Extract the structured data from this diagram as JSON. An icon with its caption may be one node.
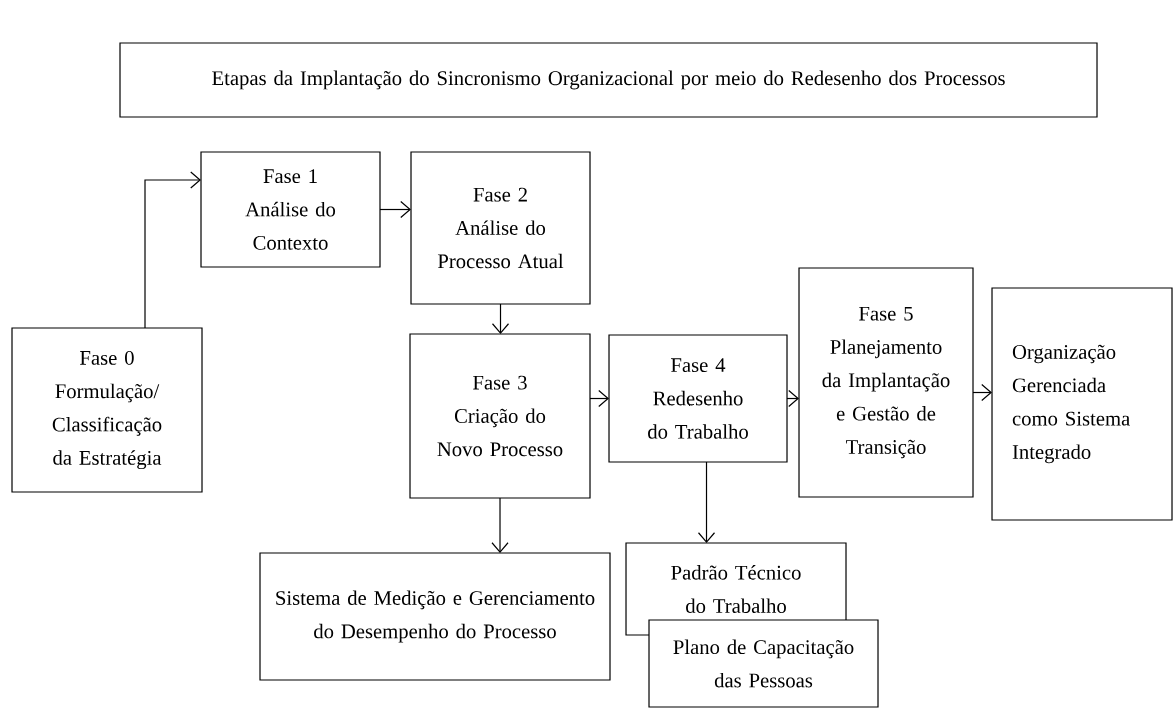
{
  "diagram": {
    "title": "Etapas da Implantação do Sincronismo Organizacional por meio do Redesenho dos Processos",
    "nodes": [
      {
        "text": [
          "Fase 0",
          "Formulação/ Classificação da Estratégia"
        ]
      },
      {
        "text": [
          "Fase 1",
          "Análise do Contexto"
        ]
      },
      {
        "text": [
          "Fase 2",
          "Análise do Processo Atual"
        ]
      },
      {
        "text": [
          "Fase 3",
          "Criação do Novo Processo"
        ]
      },
      {
        "text": [
          "Fase 4",
          "Redesenho do Trabalho"
        ]
      },
      {
        "text": [
          "Fase 5",
          "Planejamento da Implantação e Gestão de Transição"
        ]
      },
      {
        "text": [
          "Organização Gerenciada como Sistema Integrado"
        ]
      },
      {
        "text": [
          "Sistema de Medição e Gerenciamento do Desempenho do Processo"
        ]
      },
      {
        "text": [
          "Padrão Técnico do Trabalho"
        ]
      },
      {
        "text": [
          "Plano de Capacitação das Pessoas"
        ]
      }
    ],
    "edges": [
      {
        "from": 0,
        "to": 1,
        "arrow": "to"
      },
      {
        "from": 1,
        "to": 2,
        "arrow": "to"
      },
      {
        "from": 2,
        "to": 3,
        "arrow": "to"
      },
      {
        "from": 3,
        "to": 4,
        "arrow": "to"
      },
      {
        "from": 4,
        "to": 5,
        "arrow": "to"
      },
      {
        "from": 5,
        "to": 6,
        "arrow": "to"
      },
      {
        "from": 3,
        "to": 7,
        "arrow": "to"
      },
      {
        "from": 4,
        "to": 8,
        "arrow": "to"
      }
    ]
  }
}
